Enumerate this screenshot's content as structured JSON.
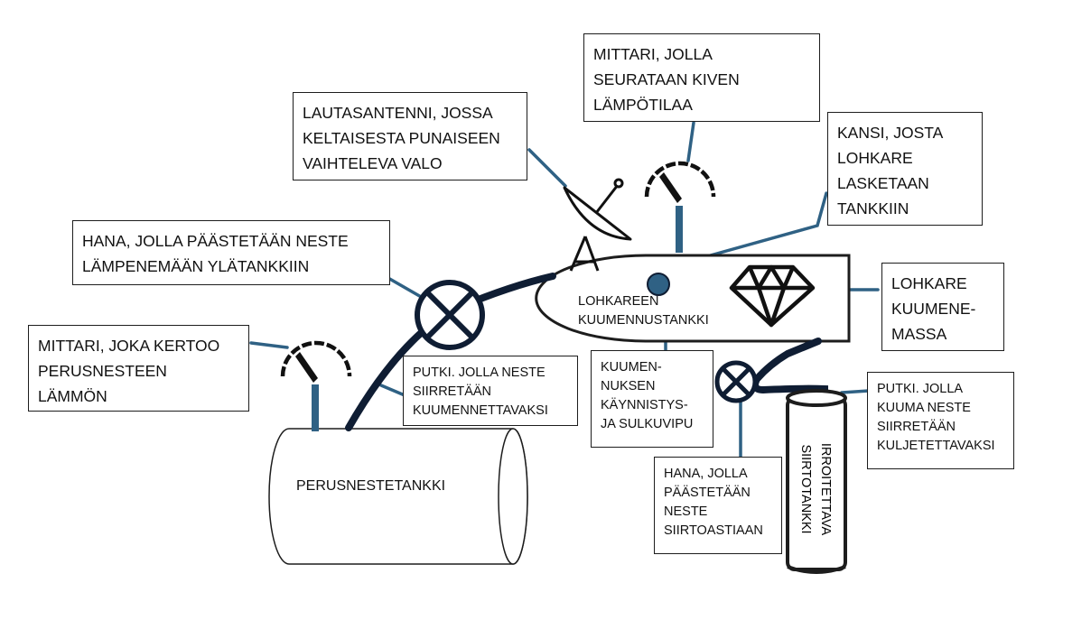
{
  "colors": {
    "outline": "#1d1d1d",
    "leader": "#2f6184",
    "pipe": "#0f1d33",
    "knob": "#2f6184"
  },
  "labels": {
    "meter_stone": "MITTARI, JOLLA\nSEURATAAN KIVEN\nLÄMPÖTILAA",
    "dish": "LAUTASANTENNI, JOSSA\nKELTAISESTA PUNAISEEN\nVAIHTELEVA VALO",
    "lid": "KANSI, JOSTA\nLOHKARE\nLASKETAAN\nTANKKIIN",
    "tap_top": "HANA, JOLLA PÄÄSTETÄÄN NESTE\nLÄMPENEMÄÄN YLÄTANKKIIN",
    "block_mass": "LOHKARE\nKUUMENE-\nMASSA",
    "meter_base": "MITTARI, JOKA KERTOO\nPERUSNESTEEN\nLÄMMÖN",
    "pipe_heat": "PUTKI. JOLLA NESTE\nSIIRRETÄÄN\nKUUMENNETTAVAKSI",
    "switch": "KUUMEN-\nNUKSEN\nKÄYNNISTYS-\nJA SULKUVIPU",
    "pipe_transport": "PUTKI. JOLLA\nKUUMA NESTE\nSIIRRETÄÄN\nKULJETETTAVAKSI",
    "tap_bottom": "HANA, JOLLA\nPÄÄSTETÄÄN\nNESTE\nSIIRTOASTIAAN",
    "heating_tank": "LOHKAREEN\nKUUMENNUSTANKKI",
    "base_tank": "PERUSNESTETANKKI",
    "transfer_tank": "IRROITETTAVA\nSIIRTOTANKKI"
  }
}
